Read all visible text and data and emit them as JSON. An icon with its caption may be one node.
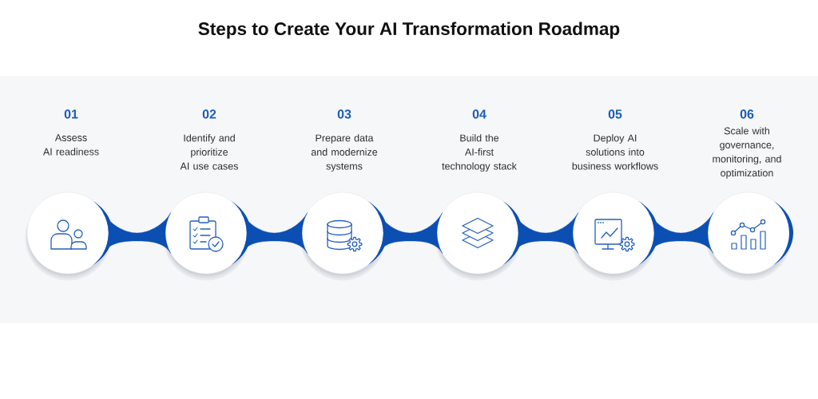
{
  "diagram": {
    "title": "Steps to Create Your AI Transformation Roadmap",
    "nodes": [
      {
        "text": [],
        "shape": "circle",
        "beside": [
          "01",
          "Assess AI readiness"
        ]
      },
      {
        "text": [],
        "shape": "circle",
        "beside": [
          "02",
          "Identify and prioritize AI use cases"
        ]
      },
      {
        "text": [],
        "shape": "circle",
        "beside": [
          "03",
          "Prepare data and modernize systems"
        ]
      },
      {
        "text": [],
        "shape": "circle",
        "beside": [
          "04",
          "Build the AI-first technology stack"
        ]
      },
      {
        "text": [],
        "shape": "circle",
        "beside": [
          "05",
          "Deploy AI solutions into business workflows"
        ]
      },
      {
        "text": [],
        "shape": "circle",
        "beside": [
          "06",
          "Scale with governance, monitoring, and optimization"
        ]
      }
    ],
    "edges": [
      {
        "from": 0,
        "to": 1,
        "arrow": "none"
      },
      {
        "from": 1,
        "to": 2,
        "arrow": "none"
      },
      {
        "from": 2,
        "to": 3,
        "arrow": "none"
      },
      {
        "from": 3,
        "to": 4,
        "arrow": "none"
      },
      {
        "from": 4,
        "to": 5,
        "arrow": "none"
      }
    ]
  }
}
